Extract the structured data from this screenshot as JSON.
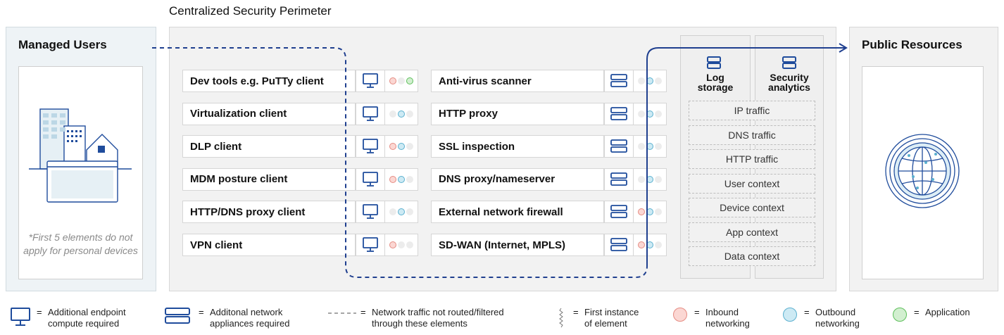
{
  "title": "Centralized Security Perimeter",
  "managed_users": {
    "title": "Managed Users",
    "note": "*First 5 elements do not apply for personal devices"
  },
  "public_resources": {
    "title": "Public Resources"
  },
  "endpoint_rows": [
    {
      "label": "Dev tools e.g. PuTTy client",
      "dots": [
        "inbound",
        "empty",
        "application"
      ]
    },
    {
      "label": "Virtualization client",
      "dots": [
        "empty",
        "outbound",
        "empty"
      ]
    },
    {
      "label": "DLP client",
      "dots": [
        "inbound",
        "outbound",
        "empty"
      ]
    },
    {
      "label": "MDM posture client",
      "dots": [
        "inbound",
        "outbound",
        "empty"
      ]
    },
    {
      "label": "HTTP/DNS proxy client",
      "dots": [
        "empty",
        "outbound",
        "empty"
      ]
    },
    {
      "label": "VPN client",
      "dots": [
        "inbound",
        "empty",
        "empty"
      ]
    }
  ],
  "network_rows": [
    {
      "label": "Anti-virus scanner",
      "dots": [
        "empty",
        "outbound",
        "empty"
      ]
    },
    {
      "label": "HTTP proxy",
      "dots": [
        "empty",
        "outbound",
        "empty"
      ]
    },
    {
      "label": "SSL inspection",
      "dots": [
        "empty",
        "outbound",
        "empty"
      ]
    },
    {
      "label": "DNS proxy/nameserver",
      "dots": [
        "empty",
        "outbound",
        "empty"
      ]
    },
    {
      "label": "External network firewall",
      "dots": [
        "inbound",
        "outbound",
        "empty"
      ]
    },
    {
      "label": "SD-WAN (Internet, MPLS)",
      "dots": [
        "inbound",
        "outbound",
        "empty"
      ]
    }
  ],
  "log_storage": {
    "line1": "Log",
    "line2": "storage"
  },
  "security_analytics": {
    "line1": "Security",
    "line2": "analytics"
  },
  "contexts": [
    "IP traffic",
    "DNS traffic",
    "HTTP traffic",
    "User context",
    "Device context",
    "App context",
    "Data context"
  ],
  "legend": {
    "endpoint": {
      "eq": "=",
      "line1": "Additional endpoint",
      "line2": "compute required"
    },
    "network": {
      "eq": "=",
      "line1": "Additonal network",
      "line2": "appliances required"
    },
    "dashed": {
      "eq": "=",
      "line1": "Network traffic not routed/filtered",
      "line2": "through these elements"
    },
    "first": {
      "eq": "=",
      "line1": "First instance",
      "line2": "of element"
    },
    "inbound": {
      "eq": "=",
      "line1": "Inbound",
      "line2": "networking"
    },
    "outbound": {
      "eq": "=",
      "line1": "Outbound",
      "line2": "networking"
    },
    "application": {
      "eq": "=",
      "line1": "Application"
    }
  },
  "colors": {
    "inbound_fill": "#fbd7d3",
    "inbound_stroke": "#e58b82",
    "outbound_fill": "#cdeaf4",
    "outbound_stroke": "#5bb0cf",
    "application_fill": "#d2efd0",
    "application_stroke": "#5dbf5a",
    "empty_fill": "#ececec",
    "icon_blue": "#1f4c9c",
    "path_blue": "#1f3f8f"
  }
}
